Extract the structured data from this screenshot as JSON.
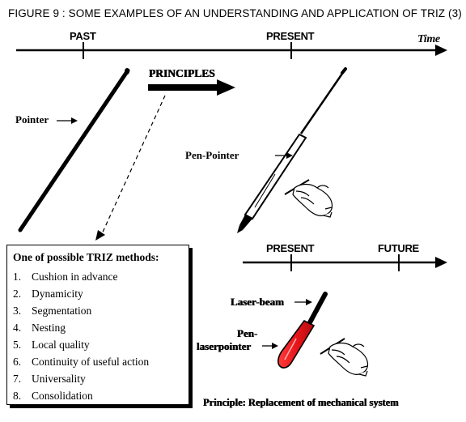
{
  "title": "FIGURE 9 : SOME EXAMPLES OF AN UNDERSTANDING AND APPLICATION OF TRIZ (3)",
  "timeline_top": {
    "past": "PAST",
    "present": "PRESENT",
    "time": "Time"
  },
  "principles_label": "PRINCIPLES",
  "pointer_label": "Pointer",
  "pen_pointer_label": "Pen-Pointer",
  "timeline_bottom": {
    "present": "PRESENT",
    "future": "FUTURE"
  },
  "laser_beam_label": "Laser-beam",
  "pen_laserpointer_label_1": "Pen-",
  "pen_laserpointer_label_2": "laserpointer",
  "methods": {
    "title": "One of possible TRIZ methods:",
    "items": [
      {
        "num": "1.",
        "text": "Cushion in advance"
      },
      {
        "num": "2.",
        "text": "Dynamicity"
      },
      {
        "num": "3.",
        "text": "Segmentation"
      },
      {
        "num": "4.",
        "text": "Nesting"
      },
      {
        "num": "5.",
        "text": "Local quality"
      },
      {
        "num": "6.",
        "text": "Continuity of useful action"
      },
      {
        "num": "7.",
        "text": "Universality"
      },
      {
        "num": "8.",
        "text": "Consolidation"
      }
    ]
  },
  "principle_caption": "Principle: Replacement of mechanical system",
  "colors": {
    "laser_pen": "#e8161a",
    "ink": "#000000"
  }
}
